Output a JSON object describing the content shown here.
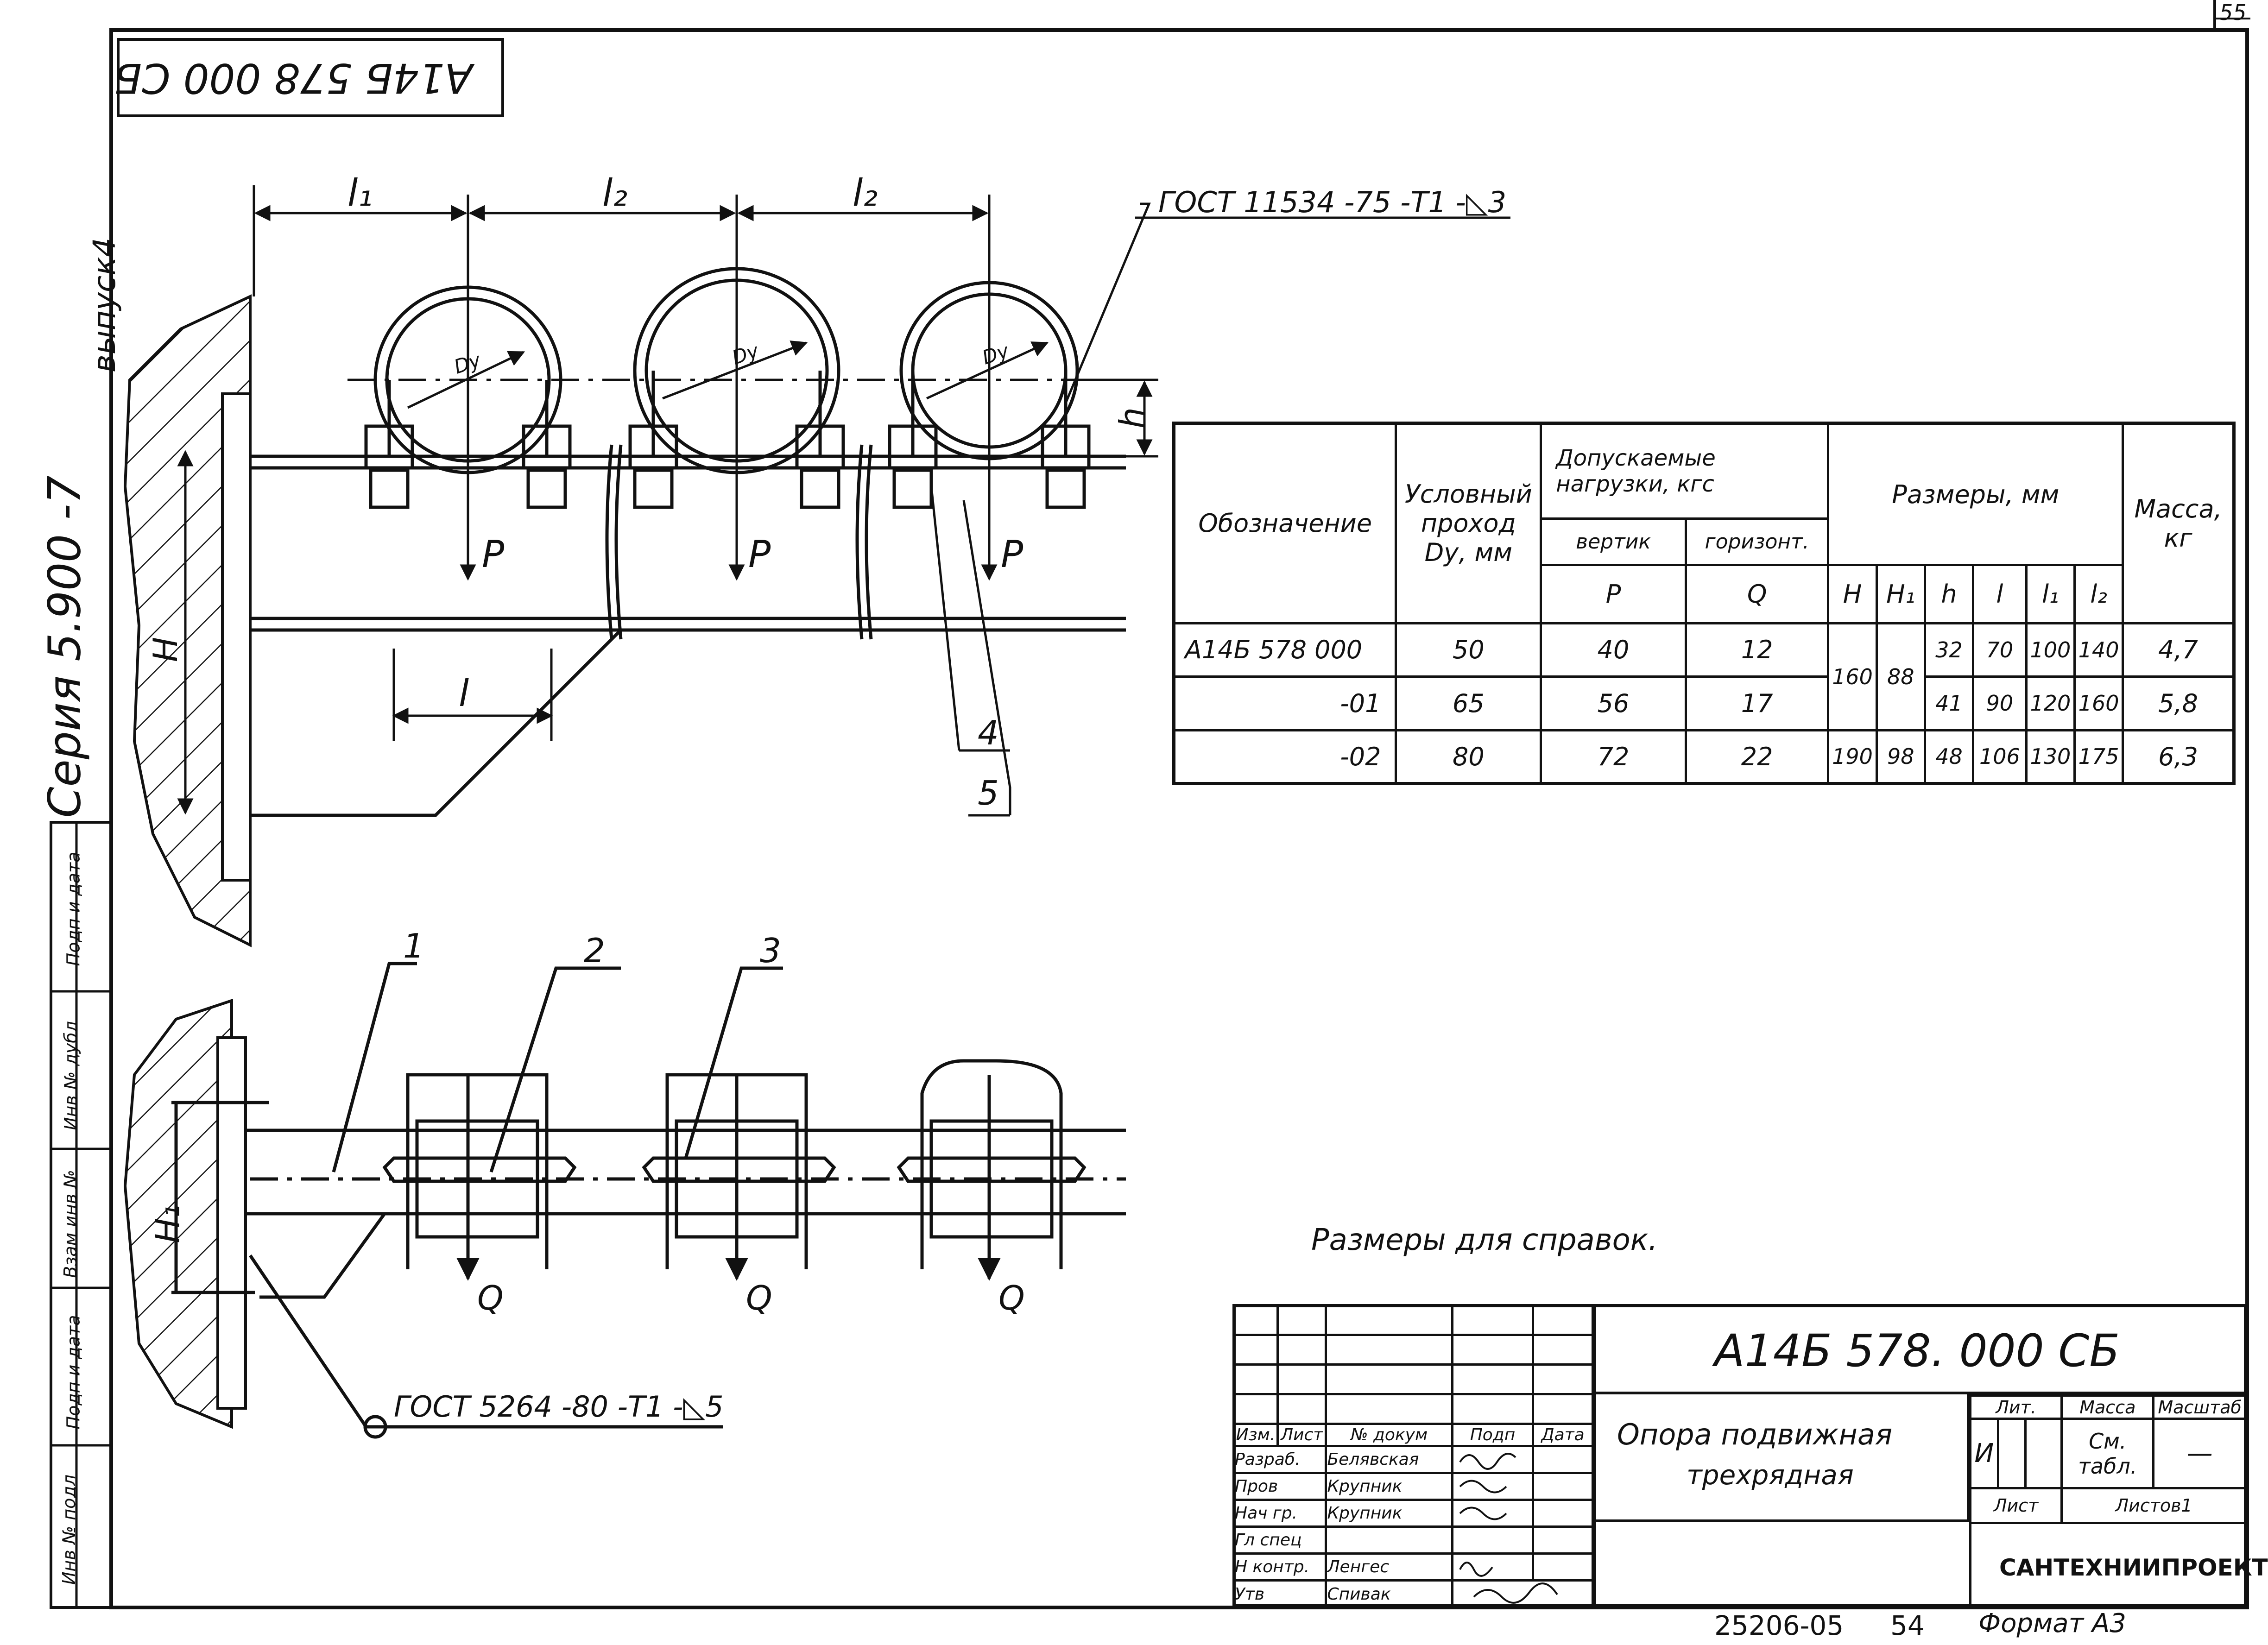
{
  "sheet": {
    "page_number": "55",
    "top_code": "А14Б 578 000 СБ",
    "side": {
      "series": "Серия 5.900 -7",
      "issue": "выпуск4"
    },
    "side_cells": [
      "Инв № подл",
      "Подп и дата",
      "Взам инв №",
      "Инв № дубл",
      "Подп и дата"
    ],
    "footnote": "Размеры для справок.",
    "bottom": {
      "order": "25206-05",
      "num": "54",
      "format": "Формат А3"
    }
  },
  "drawing": {
    "dims": {
      "l1": "l₁",
      "l2a": "l₂",
      "l2b": "l₂",
      "l": "l",
      "h": "h",
      "H": "H",
      "H1": "H₁"
    },
    "dy": "Dу",
    "loads": {
      "p": "P",
      "q": "Q"
    },
    "weld_top": "ГОСТ 11534 -75 -Т1 -◺3",
    "weld_bottom": "ГОСТ 5264 -80 -Т1 -◺5",
    "callouts": [
      "1",
      "2",
      "3",
      "4",
      "5"
    ]
  },
  "table": {
    "h_designation": "Обозначение",
    "h_bore_a": "Условный",
    "h_bore_b": "проход",
    "h_bore_c": "Dу, мм",
    "h_loads_a": "Допускаемые",
    "h_loads_b": "нагрузки, кгс",
    "h_vert": "вертик",
    "h_horiz": "горизонт.",
    "h_P": "P",
    "h_Q": "Q",
    "h_sizes": "Размеры, мм",
    "h_mass_a": "Масса,",
    "h_mass_b": "кг",
    "h_H": "H",
    "h_H1": "H₁",
    "h_h": "h",
    "h_l": "l",
    "h_l1": "l₁",
    "h_l2": "l₂",
    "rows": [
      {
        "des": "А14Б 578 000",
        "dy": "50",
        "p": "40",
        "q": "12",
        "h": "32",
        "l": "70",
        "l1": "100",
        "l2": "140",
        "mass": "4,7"
      },
      {
        "des": "-01",
        "dy": "65",
        "p": "56",
        "q": "17",
        "h": "41",
        "l": "90",
        "l1": "120",
        "l2": "160",
        "mass": "5,8"
      },
      {
        "des": "-02",
        "dy": "80",
        "p": "72",
        "q": "22",
        "H": "190",
        "H1": "98",
        "h": "48",
        "l": "106",
        "l1": "130",
        "l2": "175",
        "mass": "6,3"
      }
    ],
    "merged_H": "160",
    "merged_H1": "88"
  },
  "title_block": {
    "code": "А14Б 578. 000 СБ",
    "title_1": "Опора подвижная",
    "title_2": "трехрядная",
    "org": "САНТЕХНИИПРОЕКТ",
    "lit": "Лит.",
    "mass": "Масса",
    "scale": "Масштаб",
    "lit_val": "И",
    "mass_val": "См. табл.",
    "scale_val": "—",
    "sheet": "Лист",
    "sheets": "Листов1",
    "head": [
      "Изм.",
      "Лист",
      "№ докум",
      "Подп",
      "Дата"
    ],
    "people": [
      {
        "role": "Разраб.",
        "name": "Белявская"
      },
      {
        "role": "Пров",
        "name": "Крупник"
      },
      {
        "role": "Нач гр.",
        "name": "Крупник"
      },
      {
        "role": "Гл спец",
        "name": ""
      },
      {
        "role": "Н контр.",
        "name": "Ленгес"
      },
      {
        "role": "Утв",
        "name": "Спивак"
      }
    ]
  }
}
